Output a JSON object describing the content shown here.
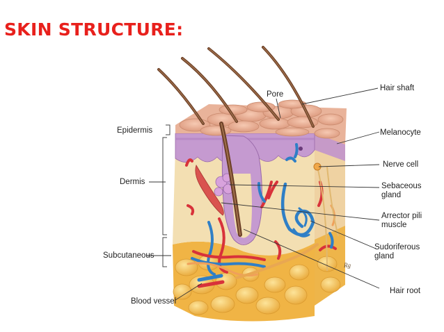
{
  "title": "SKIN STRUCTURE:",
  "labels": {
    "pore": "Pore",
    "hair_shaft": "Hair shaft",
    "epidermis": "Epidermis",
    "melanocyte": "Melanocyte",
    "nerve_cell": "Nerve cell",
    "dermis": "Dermis",
    "sebaceous_gland": "Sebaceous\ngland",
    "arrector_pili": "Arrector pili\nmuscle",
    "sudoriferous_gland": "Sudoriferous\ngland",
    "subcutaneous": "Subcutaneous",
    "hair_root": "Hair root",
    "blood_vessel": "Blood vessel"
  },
  "colors": {
    "title": "#e8201c",
    "epidermis_surface": "#e9b39a",
    "epidermis_purple": "#c59ad0",
    "dermis": "#f3dfb2",
    "fat": "#f5c556",
    "hair": "#7a4a2e",
    "artery": "#d8323a",
    "vein": "#2f7fc6"
  }
}
